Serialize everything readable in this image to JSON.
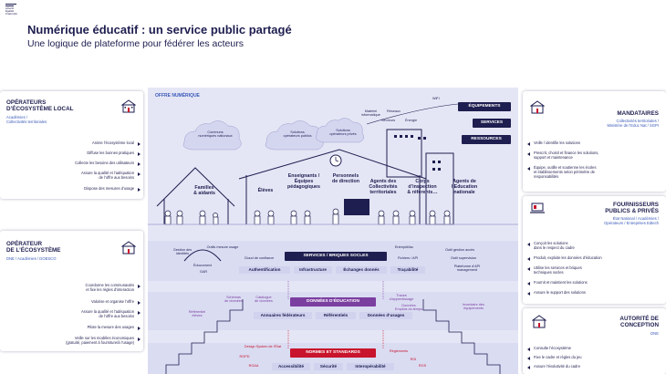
{
  "logo": {
    "motto": [
      "Liberté",
      "Égalité",
      "Fraternité"
    ]
  },
  "header": {
    "title": "Numérique éducatif : un service public partagé",
    "subtitle": "Une logique de plateforme pour fédérer les acteurs"
  },
  "left_cards": [
    {
      "title": [
        "OPÉRATEURS",
        "D’ÉCOSYSTÈME LOCAL"
      ],
      "org": [
        "Académies /",
        "Collectivités territoriales"
      ],
      "items": [
        [
          "Anime l’écosystème local"
        ],
        [
          "Diffuse les bonnes pratiques"
        ],
        [
          "Collecte les besoins des utilisateurs"
        ],
        [
          "Assure la qualité et l’adéquation",
          "de l’offre aux besoins"
        ],
        [
          "Dispose des mesures d’usage"
        ]
      ]
    },
    {
      "title": [
        "OPÉRATEUR",
        "DE L’ÉCOSYSTÈME"
      ],
      "org": [
        "DNE / Académies / DOESCO"
      ],
      "items": [
        [
          "Coordonne les communautés",
          "et fixe les règles d’interaction"
        ],
        [
          "Valorise et organise l’offre"
        ],
        [
          "Assure la qualité et l’adéquation",
          "de l’offre aux besoins"
        ],
        [
          "Pilote la mesure des usages"
        ],
        [
          "Veille sur les modèles économiques",
          "(gratuité, paiement à fourniture/à l’usage)"
        ]
      ]
    }
  ],
  "right_cards": [
    {
      "title": [
        "MANDATAIRES"
      ],
      "org": [
        "Collectivités territoriales /",
        "Ministère de l’Educ Nat / SGPI"
      ],
      "items": [
        [
          "Veille / identifie les solutions"
        ],
        [
          "Prescrit, choisit et finance les solutions,",
          "support et maintenance"
        ],
        [
          "Équipe, outille et soutienne les écoles",
          "et établissements selon périmètre de",
          "responsabilités"
        ]
      ]
    },
    {
      "title": [
        "FOURNISSEURS",
        "PUBLICS & PRIVÉS"
      ],
      "org": [
        "État National / Académies /",
        "Opérateurs / Entreprises Edtech"
      ],
      "items": [
        [
          "Conçoit les solutions",
          "dans le respect du cadre"
        ],
        [
          "Produit, exploite les données d’éducation"
        ],
        [
          "Utilise les services et briques",
          "techniques socles"
        ],
        [
          "Fournit et maintient les solutions"
        ],
        [
          "Assure le support des solutions"
        ]
      ]
    },
    {
      "title": [
        "AUTORITÉ DE",
        "CONCEPTION"
      ],
      "org": [
        "DNE"
      ],
      "items": [
        [
          "Consulte l’écosystème"
        ],
        [
          "Fixe le cadre et règles du jeu"
        ],
        [
          "Assure l’évolutivité du cadre"
        ]
      ]
    }
  ],
  "diagram": {
    "offer_label": "OFFRE NUMÉRIQUE",
    "clouds": [
      [
        "Communs",
        "numériques nationaux"
      ],
      [
        "Solutions",
        "opérateurs publics"
      ],
      [
        "Solutions",
        "opérateurs privés"
      ]
    ],
    "top_small": [
      "Matériel",
      "informatique",
      "Réseaux",
      "Serveurs",
      "Énergie",
      "WiFi"
    ],
    "buttons": [
      "ÉQUIPEMENTS",
      "SERVICES",
      "RESSOURCES"
    ],
    "actors": [
      [
        "Familles",
        "& aidants"
      ],
      [
        "Élèves"
      ],
      [
        "Enseignants /",
        "Équipes",
        "pédagogiques"
      ],
      [
        "Personnels",
        "de direction"
      ],
      [
        "Agents des",
        "Collectivités",
        "territoriales"
      ],
      [
        "Corps",
        "d’inspection",
        "& référents…"
      ],
      [
        "Agents de",
        "l’Education",
        "nationale"
      ]
    ],
    "services_layer": {
      "title": "SERVICES / BRIQUES SOCLES",
      "chips": [
        "Authentification",
        "Infrastructure",
        "Échanges donnés",
        "Traçabilité"
      ],
      "labels": [
        "Gestion des",
        "identités",
        "Outils mesure usage",
        "Cloud de confiance",
        "Entrepôt/lac",
        "Fichiers / API",
        "Outil gestion accès",
        "Outil supervision",
        "Éduconnect",
        "GAR",
        "Plateforme d’API",
        "management"
      ]
    },
    "data_layer": {
      "title": "DONNÉES D’ÉDUCATION",
      "chips": [
        "Annuaires fédérateurs",
        "Référentiels",
        "Données d’usages"
      ],
      "labels": [
        "Schémas",
        "de données",
        "Catalogue",
        "de données",
        "Traces",
        "d’apprentissage",
        "Données",
        "Emplois du temps",
        "Inventaire des",
        "équipements",
        "Référentiel",
        "élèves"
      ]
    },
    "norms_layer": {
      "title": "NORMES ET STANDARDS",
      "chips": [
        "Accessibilité",
        "Sécurité",
        "Interopérabilité"
      ],
      "labels": [
        "Design System de l’État",
        "RGPD",
        "RGAA",
        "Règlements",
        "RGI",
        "RGS"
      ]
    }
  },
  "colors": {
    "navy": "#1e1e50",
    "purple": "#7b3fa0",
    "red": "#c8142c",
    "diagram_bg": "#e5e6f5",
    "chip_bg": "#d0d2ee"
  }
}
